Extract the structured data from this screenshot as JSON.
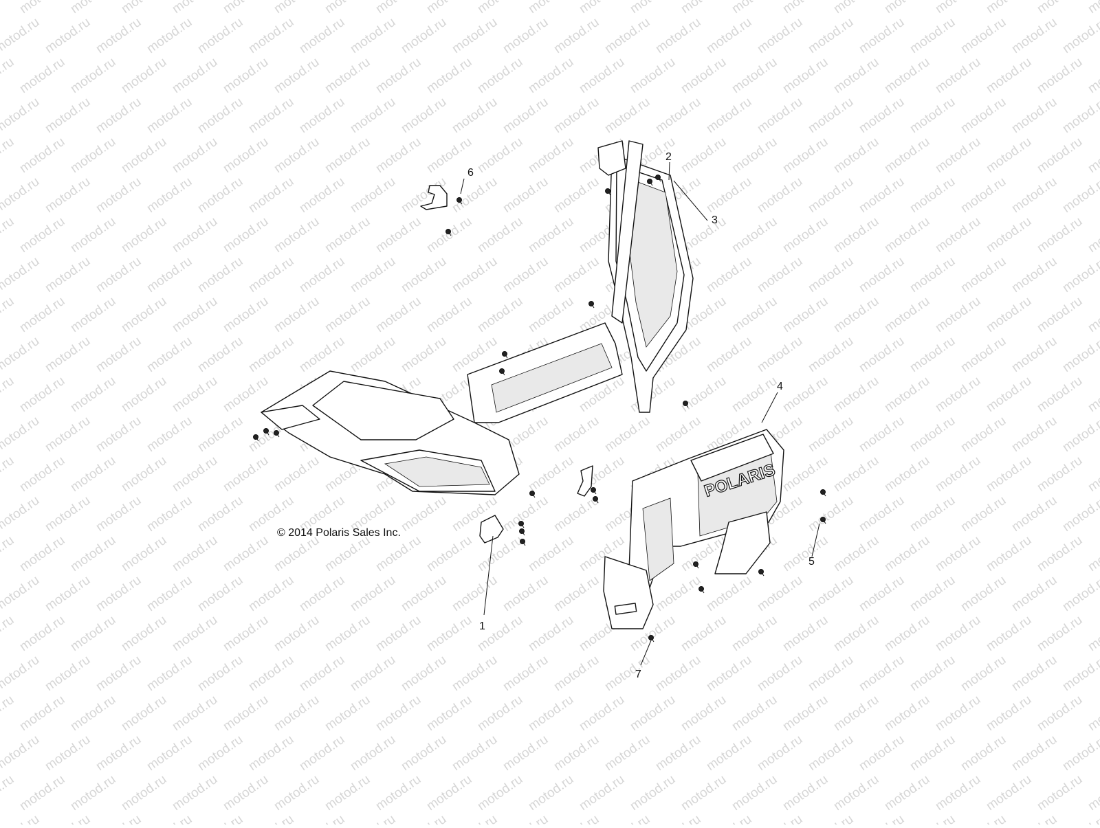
{
  "watermark": {
    "text": "motod.ru"
  },
  "copyright": "© 2014 Polaris Sales Inc.",
  "callouts": [
    "1",
    "2",
    "3",
    "4",
    "5",
    "6",
    "7"
  ],
  "logo": "POLARIS"
}
